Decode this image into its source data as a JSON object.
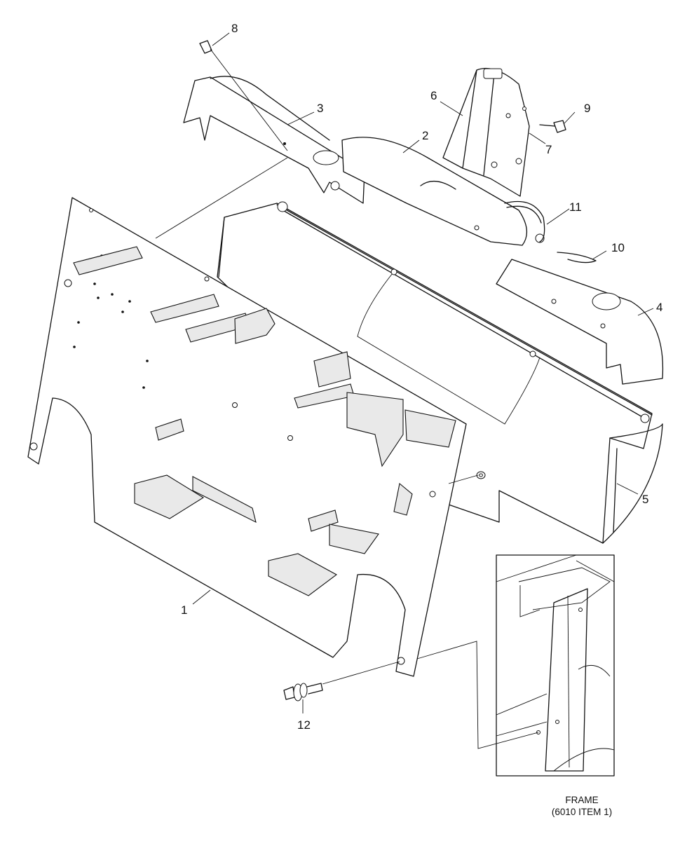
{
  "callouts": {
    "c1": "1",
    "c2": "2",
    "c3": "3",
    "c4": "4",
    "c5": "5",
    "c6": "6",
    "c7": "7",
    "c8": "8",
    "c9": "9",
    "c10": "10",
    "c11": "11",
    "c12": "12"
  },
  "inset": {
    "caption_line1": "FRAME",
    "caption_line2": "(6010 ITEM 1)"
  },
  "colors": {
    "line": "#111111",
    "background": "#ffffff"
  }
}
